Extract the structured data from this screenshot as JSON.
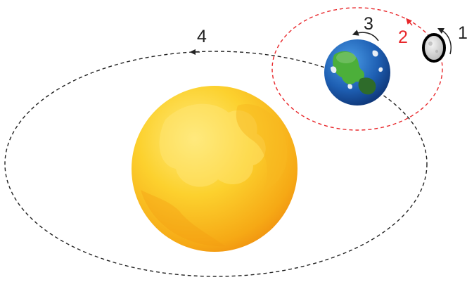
{
  "labels": {
    "moon_spin": "1",
    "moon_orbit": "2",
    "earth_spin": "3",
    "earth_orbit": "4"
  },
  "colors": {
    "earth_orbit_stroke": "#222222",
    "moon_orbit_stroke": "#e8262a",
    "label_black": "#222222",
    "label_red": "#e8262a",
    "sun_light": "#ffe66a",
    "sun_mid": "#fbc21b",
    "sun_dark": "#f29a0c",
    "ocean_light": "#2f7fd3",
    "ocean_dark": "#0b2c6a",
    "land_green": "#4caf3a",
    "land_dark_green": "#2e6b2a",
    "moon_grey": "#dcdcdc",
    "moon_ring": "#000000"
  },
  "icons": {
    "sun": "sun-icon",
    "earth": "earth-globe-icon",
    "moon": "moon-icon"
  }
}
